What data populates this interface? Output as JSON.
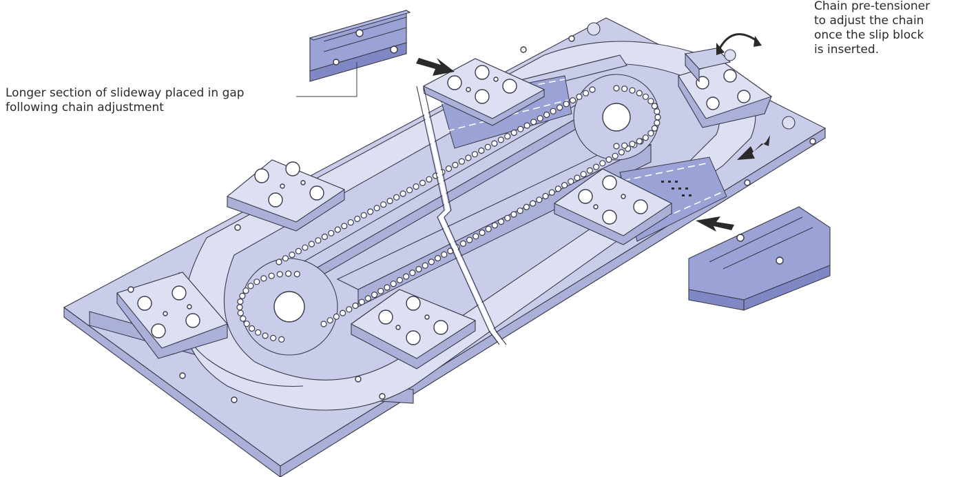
{
  "annotations": {
    "left_callout": [
      "Longer section of slideway placed in gap",
      "following chain adjustment"
    ],
    "right_callout": [
      "Chain pre-tensioner",
      "to adjust the chain",
      "once the slip block",
      "is inserted."
    ]
  },
  "colors": {
    "steel": "#c9cdea",
    "slideway_blue": "#8f98d2",
    "outline": "#3a3a4a",
    "arrow": "#2a2a2a"
  }
}
